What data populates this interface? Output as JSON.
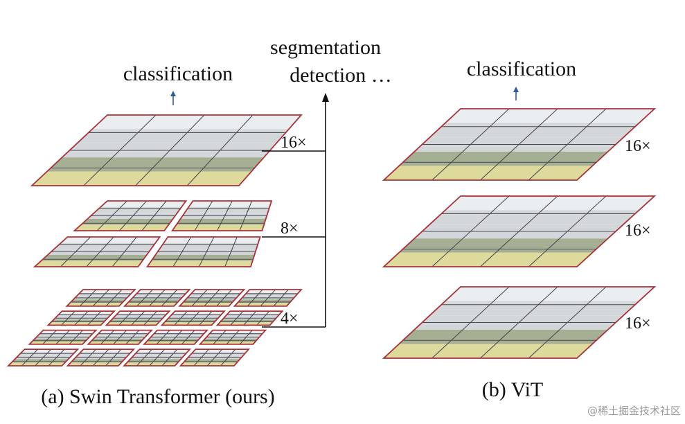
{
  "colors": {
    "frame": "#a8323a",
    "grid": "#4b4b52",
    "arrow_blue": "#2f5b9a",
    "line": "#111111",
    "tile_sky": "#e9ecef",
    "tile_building": "#cfd3d6",
    "tile_tree": "#9aa687",
    "tile_grass": "#d9d690"
  },
  "icons": {
    "up_arrow": "up-arrow-icon"
  },
  "swin": {
    "caption": "(a) Swin Transformer (ours)",
    "top_task": "classification",
    "dense_tasks": [
      "segmentation",
      "detection …"
    ],
    "levels": [
      {
        "scale_label": "16×",
        "windows_per_side": 1,
        "patches_per_window": 4
      },
      {
        "scale_label": "8×",
        "windows_per_side": 2,
        "patches_per_window": 4
      },
      {
        "scale_label": "4×",
        "windows_per_side": 4,
        "patches_per_window": 4
      }
    ]
  },
  "vit": {
    "caption": "(b) ViT",
    "top_task": "classification",
    "levels": [
      {
        "scale_label": "16×",
        "windows_per_side": 1,
        "patches_per_window": 4
      },
      {
        "scale_label": "16×",
        "windows_per_side": 1,
        "patches_per_window": 4
      },
      {
        "scale_label": "16×",
        "windows_per_side": 1,
        "patches_per_window": 4
      }
    ]
  },
  "watermark": "@稀土掘金技术社区"
}
